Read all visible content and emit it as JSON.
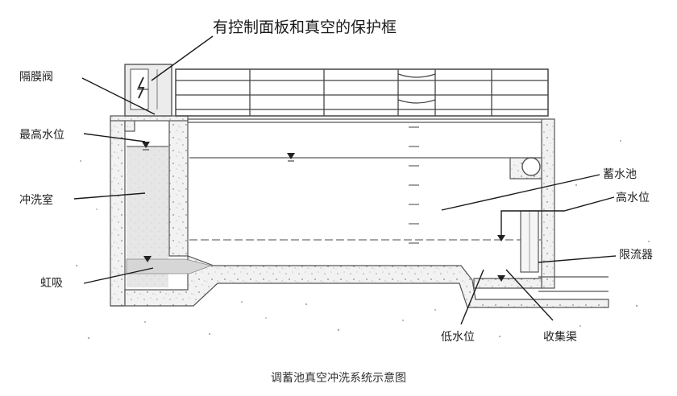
{
  "labels": {
    "panel": "有控制面板和真空的保护框",
    "valve": "隔膜阀",
    "max_level": "最高水位",
    "wash_room": "冲洗室",
    "siphon": "虹吸",
    "tank": "蓄水池",
    "high_level": "高水位",
    "limiter": "限流器",
    "low_level": "低水位",
    "channel": "收集渠"
  },
  "caption": "调蓄池真空冲洗系统示意图"
}
